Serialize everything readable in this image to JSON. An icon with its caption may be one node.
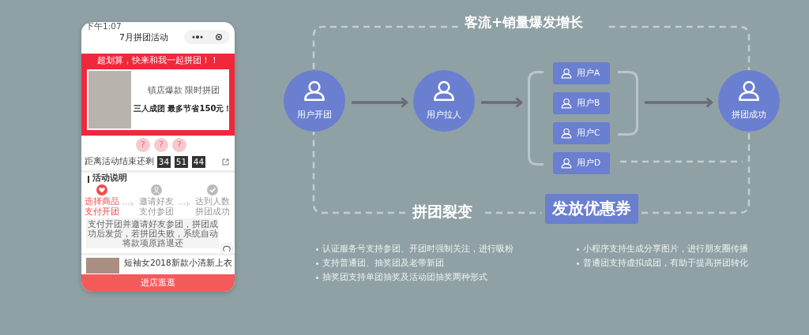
{
  "diagram": {
    "title": "客流+销量爆发增长",
    "nodes": [
      {
        "text": [
          "用户开团"
        ]
      },
      {
        "text": [
          "用户拉人"
        ]
      },
      {
        "text": [],
        "shape": "bracket"
      },
      {
        "text": [
          "用户A"
        ],
        "in": 2
      },
      {
        "text": [
          "用户B"
        ],
        "in": 2
      },
      {
        "text": [
          "用户C"
        ],
        "in": 2
      },
      {
        "text": [
          "用户D"
        ],
        "in": 2
      },
      {
        "text": [
          "拼团成功"
        ]
      },
      {
        "text": [
          "发放优惠券"
        ]
      }
    ],
    "edges": [
      {
        "from": 0,
        "to": 1,
        "arrow": "to"
      },
      {
        "from": 1,
        "to": 2,
        "arrow": "to"
      },
      {
        "from": 2,
        "to": 7,
        "arrow": "to"
      }
    ],
    "labels": [
      "下午1:07",
      "7月拼团活动",
      "超划算，快来和我一起拼团！！",
      "镇店爆款 限时拼团",
      "三人成团 最多节省150元！",
      "?",
      "?",
      "?",
      "距离活动结束还剩",
      "34",
      "51",
      "44",
      "活动说明",
      "选择商品支付开团",
      "邀请好友支付参团",
      "达到人数拼团成功",
      "支付开团并邀请好友参团，拼团成功后发货，若拼团失败，系统自动将款项原路退还",
      "短袖女2018新款小清新上衣",
      "进店逛逛",
      "拼团裂变",
      "认证服务号支持参团、开团时强制关注，进行吸粉",
      "小程序支持生成分享图片，进行朋友圈传播",
      "支持普通团、抽奖团及老带新团",
      "普通团支持虚拟成团，有助于提高拼团转化",
      "抽奖团支持单团抽奖及活动团抽奖两种形式"
    ]
  }
}
